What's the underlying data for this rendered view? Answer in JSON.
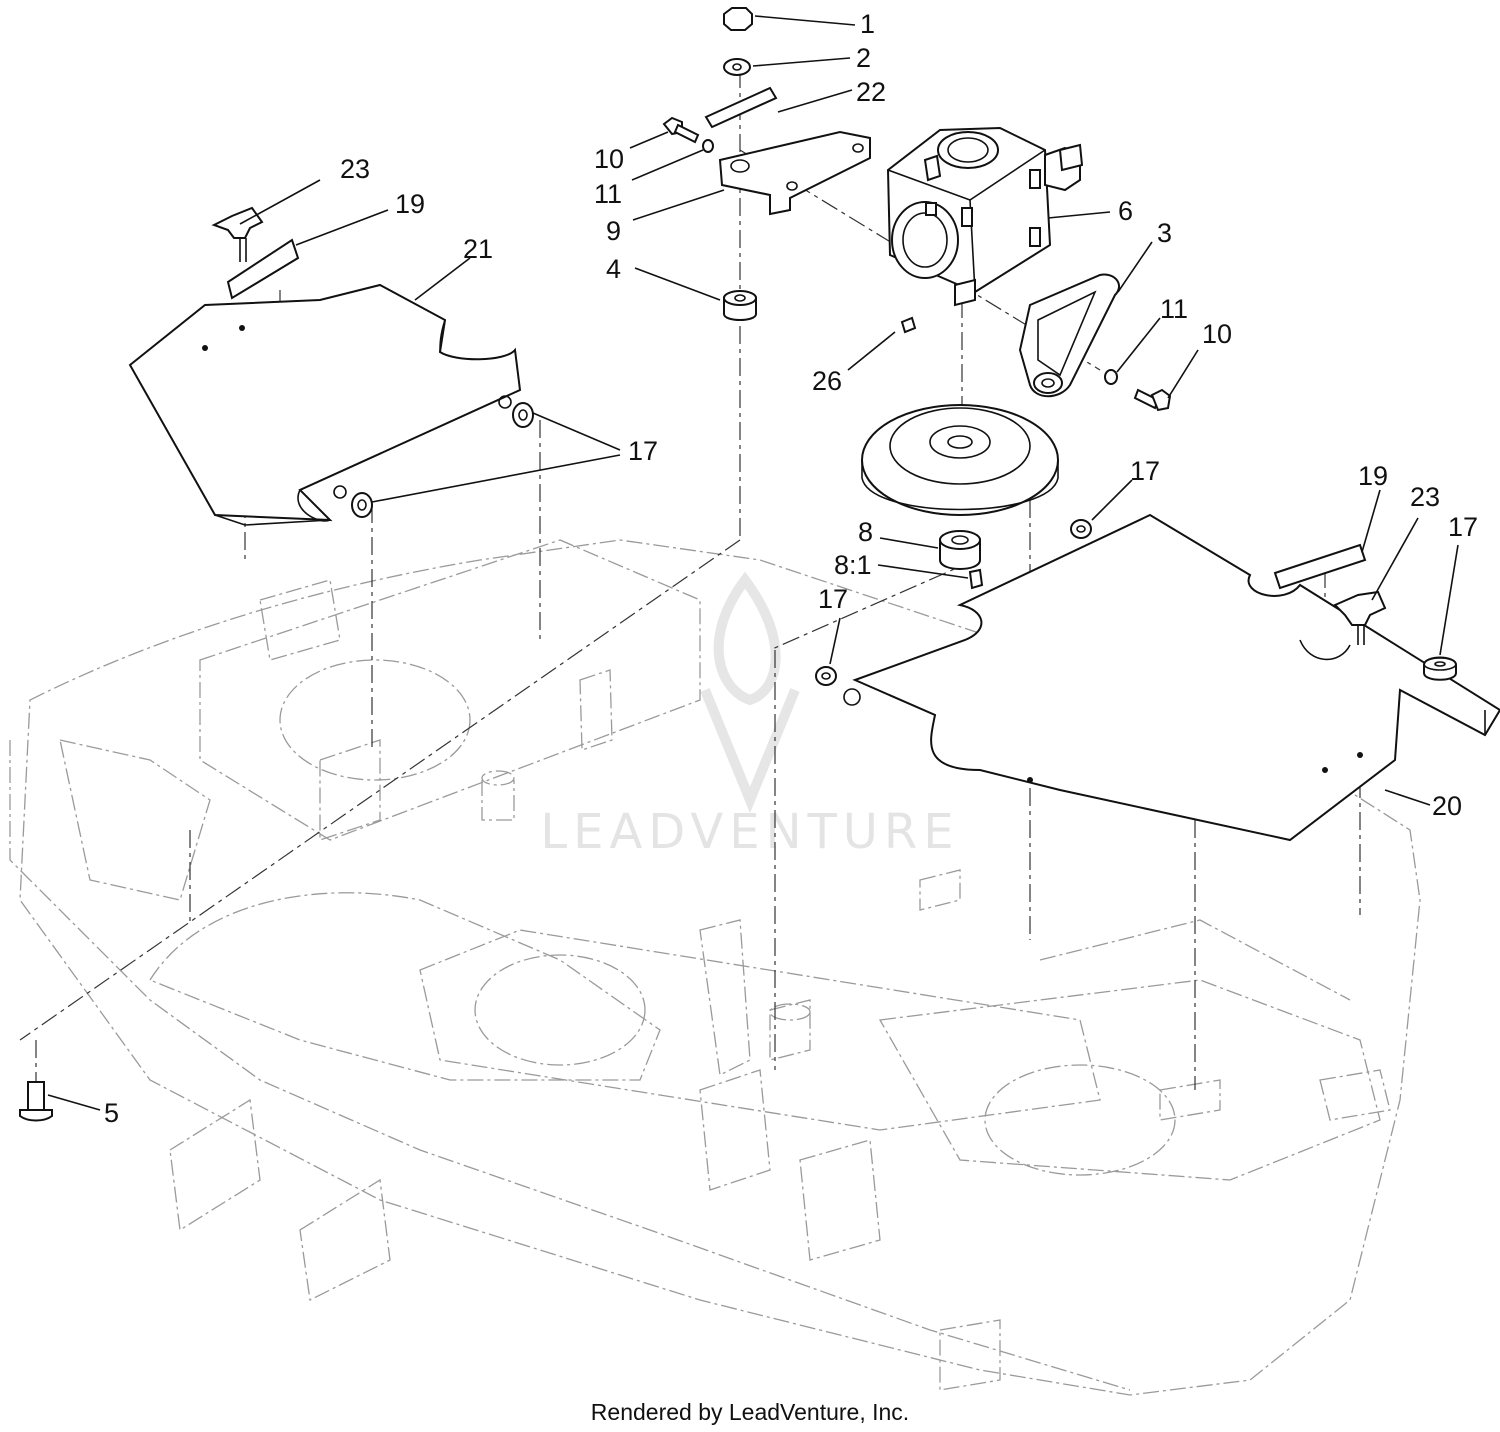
{
  "diagram": {
    "callouts": [
      {
        "id": "c1",
        "text": "1"
      },
      {
        "id": "c2",
        "text": "2"
      },
      {
        "id": "c22",
        "text": "22"
      },
      {
        "id": "c10a",
        "text": "10"
      },
      {
        "id": "c11a",
        "text": "11"
      },
      {
        "id": "c9",
        "text": "9"
      },
      {
        "id": "c4",
        "text": "4"
      },
      {
        "id": "c6",
        "text": "6"
      },
      {
        "id": "c3",
        "text": "3"
      },
      {
        "id": "c11b",
        "text": "11"
      },
      {
        "id": "c10b",
        "text": "10"
      },
      {
        "id": "c26",
        "text": "26"
      },
      {
        "id": "c23a",
        "text": "23"
      },
      {
        "id": "c19a",
        "text": "19"
      },
      {
        "id": "c21",
        "text": "21"
      },
      {
        "id": "c17a",
        "text": "17"
      },
      {
        "id": "c17b",
        "text": "17"
      },
      {
        "id": "c8",
        "text": "8"
      },
      {
        "id": "c81",
        "text": "8:1"
      },
      {
        "id": "c17c",
        "text": "17"
      },
      {
        "id": "c19b",
        "text": "19"
      },
      {
        "id": "c23b",
        "text": "23"
      },
      {
        "id": "c17d",
        "text": "17"
      },
      {
        "id": "c20",
        "text": "20"
      },
      {
        "id": "c5",
        "text": "5"
      }
    ],
    "footer": "Rendered by LeadVenture, Inc.",
    "watermark": "LEADVENTURE"
  }
}
